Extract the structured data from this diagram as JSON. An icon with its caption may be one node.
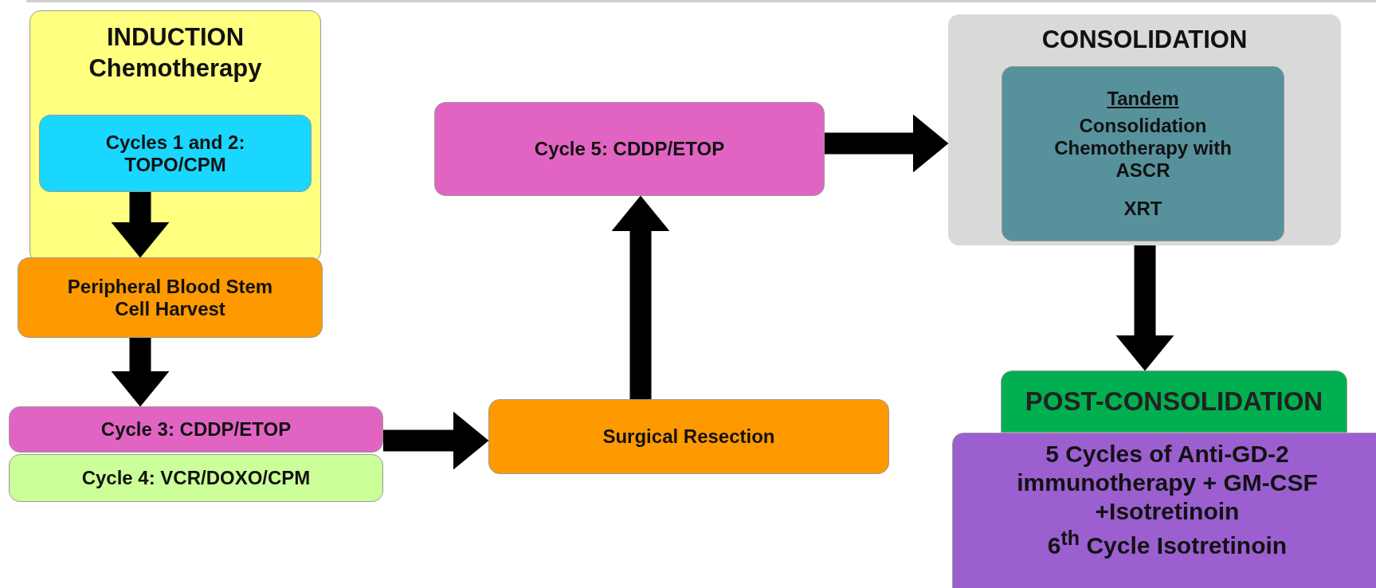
{
  "diagram": {
    "nodes": [
      {
        "text": [
          "INDUCTION Chemotherapy"
        ]
      },
      {
        "text": [
          "Cycles 1 and 2: TOPO/CPM"
        ],
        "in": 0
      },
      {
        "text": [
          "Peripheral Blood Stem Cell Harvest"
        ]
      },
      {
        "text": [
          "Cycle 3: CDDP/ETOP"
        ]
      },
      {
        "text": [
          "Cycle 4: VCR/DOXO/CPM"
        ]
      },
      {
        "text": [
          "Surgical Resection"
        ]
      },
      {
        "text": [
          "Cycle 5: CDDP/ETOP"
        ]
      },
      {
        "text": [
          "CONSOLIDATION"
        ]
      },
      {
        "text": [
          "Tandem",
          "Consolidation Chemotherapy with ASCR",
          "XRT"
        ],
        "in": 7
      },
      {
        "text": [
          "POST-CONSOLIDATION"
        ]
      },
      {
        "text": [
          "5 Cycles of Anti-GD-2 immunotherapy + GM-CSF +Isotretinoin",
          "6$^{th}$ Cycle Isotretinoin"
        ]
      }
    ],
    "edges": [
      {
        "from": 1,
        "to": 2,
        "arrow": "to"
      },
      {
        "from": 2,
        "to": 3,
        "arrow": "to"
      },
      {
        "from": 3,
        "to": 5,
        "arrow": "to"
      },
      {
        "from": 5,
        "to": 6,
        "arrow": "to"
      },
      {
        "from": 6,
        "to": 7,
        "arrow": "to"
      },
      {
        "from": 7,
        "to": 9,
        "arrow": "to"
      }
    ]
  }
}
